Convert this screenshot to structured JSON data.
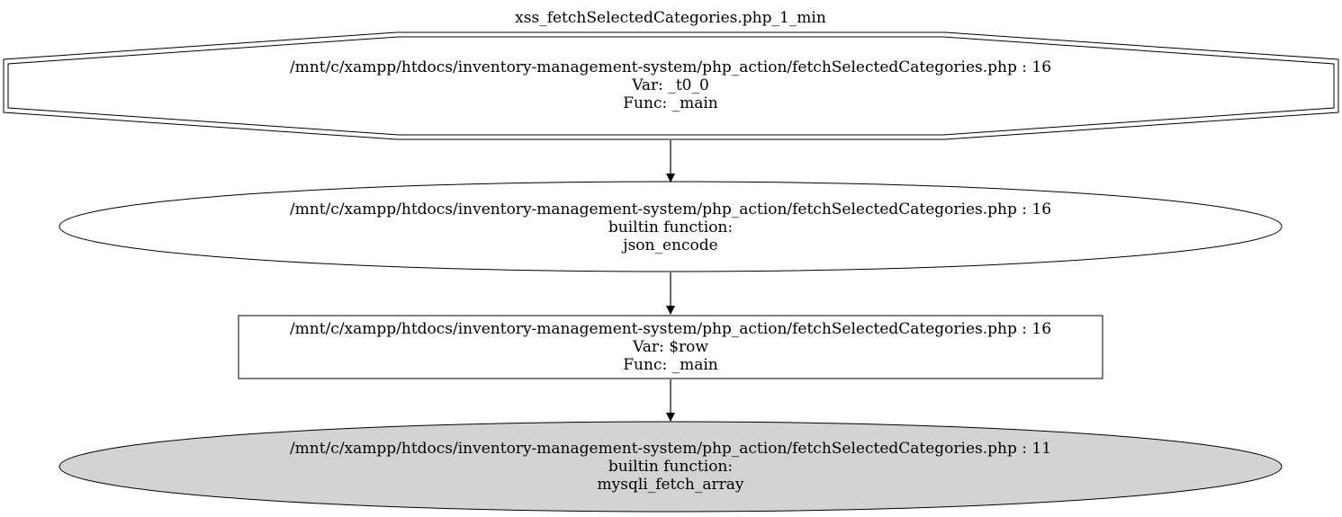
{
  "diagram": {
    "title": "xss_fetchSelectedCategories.php_1_min",
    "colors": {
      "stroke": "#000000",
      "background": "#ffffff",
      "source_fill": "#d3d3d3"
    },
    "nodes": [
      {
        "id": "n1",
        "shape": "double-octagon",
        "lines": [
          "/mnt/c/xampp/htdocs/inventory-management-system/php_action/fetchSelectedCategories.php : 16",
          "Var: _t0_0",
          "Func: _main"
        ]
      },
      {
        "id": "n2",
        "shape": "ellipse",
        "lines": [
          "/mnt/c/xampp/htdocs/inventory-management-system/php_action/fetchSelectedCategories.php : 16",
          "builtin function:",
          "json_encode"
        ]
      },
      {
        "id": "n3",
        "shape": "box",
        "lines": [
          "/mnt/c/xampp/htdocs/inventory-management-system/php_action/fetchSelectedCategories.php : 16",
          "Var: $row",
          "Func: _main"
        ]
      },
      {
        "id": "n4",
        "shape": "filled-ellipse",
        "lines": [
          "/mnt/c/xampp/htdocs/inventory-management-system/php_action/fetchSelectedCategories.php : 11",
          "builtin function:",
          "mysqli_fetch_array"
        ]
      }
    ],
    "edges": [
      {
        "from": "n1",
        "to": "n2"
      },
      {
        "from": "n2",
        "to": "n3"
      },
      {
        "from": "n3",
        "to": "n4"
      }
    ]
  }
}
